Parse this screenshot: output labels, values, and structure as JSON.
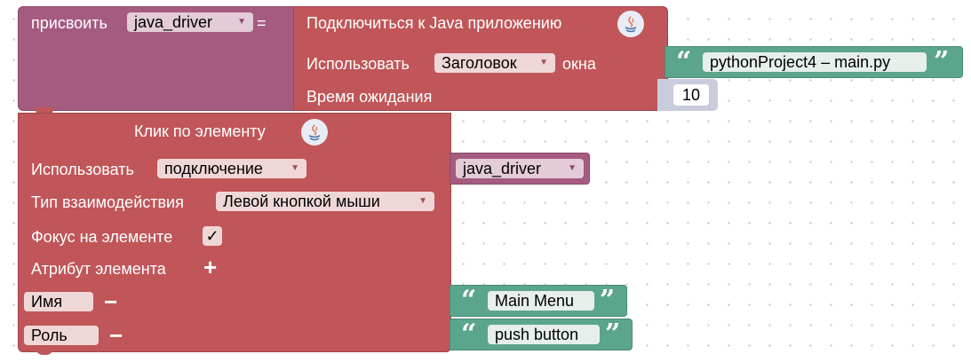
{
  "assign_block": {
    "label": "присвоить",
    "variable": "java_driver",
    "equals": "="
  },
  "java_connect_block": {
    "title": "Подключиться к Java приложению",
    "use_label": "Использовать",
    "use_dropdown": "Заголовок",
    "window_label": "окна",
    "window_title": "pythonProject4 – main.py",
    "timeout_label": "Время ожидания",
    "timeout_value": "10",
    "logo_icon": "java-icon"
  },
  "click_block": {
    "title": "Клик по элементу",
    "use_label": "Использовать",
    "use_dropdown": "подключение",
    "connection_variable": "java_driver",
    "interaction_label": "Тип взаимодействия",
    "interaction_dropdown": "Левой кнопкой мыши",
    "focus_label": "Фокус на элементе",
    "focus_checked": "✓",
    "attribute_label": "Атрибут элемента",
    "add_symbol": "+",
    "remove_symbol": "−",
    "attributes": [
      {
        "name": "Имя",
        "value": "Main Menu"
      },
      {
        "name": "Роль",
        "value": "push button"
      }
    ]
  },
  "symbols": {
    "dropdown_arrow": "▼",
    "quote_open": "“",
    "quote_close": "”"
  },
  "colors": {
    "variable_block": "#a55b80",
    "java_block": "#c05659",
    "string_block": "#5ba58c"
  }
}
